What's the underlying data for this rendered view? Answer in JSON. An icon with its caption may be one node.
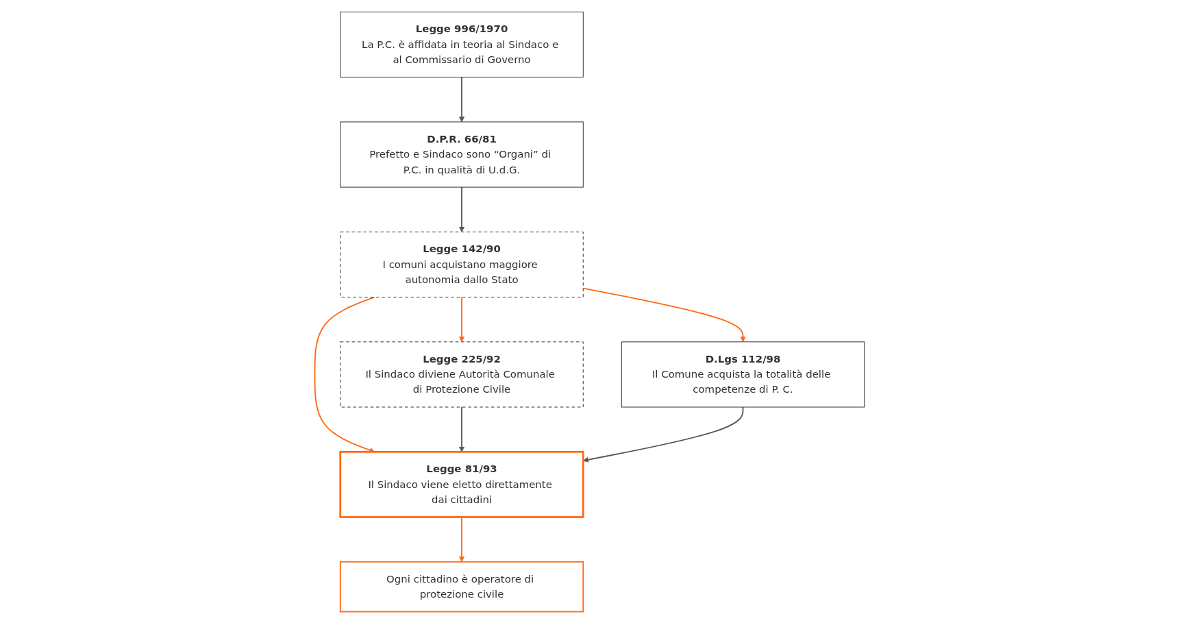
{
  "diagram": {
    "nodes": [
      {
        "text": [
          "Legge 996/1970",
          "La P.C. è affidata in teoria al Sindaco e al Commissario di Governo"
        ]
      },
      {
        "text": [
          "D.P.R. 66/81",
          "Prefetto e Sindaco sono “Organi” di P.C. in qualità di U.d.G."
        ]
      },
      {
        "text": [
          "Legge 142/90",
          "I comuni acquistano maggiore autonomia dallo Stato"
        ]
      },
      {
        "text": [
          "Legge 225/92",
          "Il Sindaco diviene Autorità Comunale di Protezione Civile"
        ]
      },
      {
        "text": [
          "Legge 81/93",
          "Il Sindaco viene eletto direttamente dai cittadini"
        ]
      },
      {
        "text": [
          "D.Lgs 112/98",
          "Il Comune acquista la totalità delle competenze di P. C."
        ]
      },
      {
        "text": [
          "Ogni cittadino è operatore di protezione civile"
        ]
      }
    ],
    "edges": [
      {
        "from": 0,
        "to": 1,
        "arrow": "to",
        "color": "#595959"
      },
      {
        "from": 1,
        "to": 2,
        "arrow": "to",
        "color": "#595959"
      },
      {
        "from": 2,
        "to": 3,
        "arrow": "to",
        "color": "#ff6a13"
      },
      {
        "from": 2,
        "to": 4,
        "arrow": "to",
        "color": "#ff6a13"
      },
      {
        "from": 2,
        "to": 5,
        "arrow": "to",
        "color": "#ff6a13"
      },
      {
        "from": 3,
        "to": 4,
        "arrow": "to",
        "color": "#595959"
      },
      {
        "from": 5,
        "to": 4,
        "arrow": "to",
        "color": "#595959"
      },
      {
        "from": 4,
        "to": 6,
        "arrow": "to",
        "color": "#ff6a13"
      }
    ]
  }
}
